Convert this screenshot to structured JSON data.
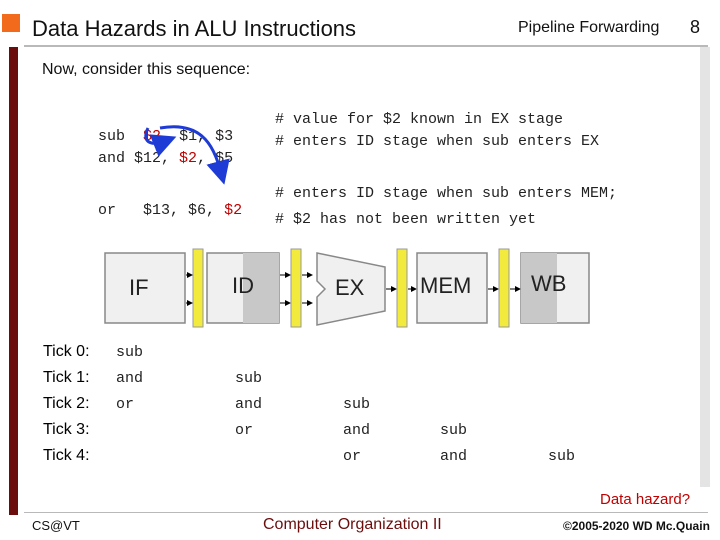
{
  "header": {
    "title": "Data Hazards in ALU Instructions",
    "section": "Pipeline Forwarding",
    "slide_number": "8"
  },
  "intro": "Now, consider this sequence:",
  "code": {
    "line1": {
      "op": "sub",
      "reg": "$2",
      "rest": ", $1, $3",
      "comment": "# value for $2 known in EX stage"
    },
    "line2": {
      "op": "and $12,",
      "reg": "$2",
      "rest": ", $5",
      "comment": "# enters ID stage when sub enters EX"
    },
    "line3": {
      "op": "or",
      "args": "$13, $6,",
      "reg": "$2",
      "comment": "# enters ID stage when sub enters MEM;"
    },
    "line3b": {
      "comment": "# $2 has not been written yet"
    }
  },
  "pipeline": {
    "stages": [
      "IF",
      "ID",
      "EX",
      "MEM",
      "WB"
    ],
    "colors": {
      "register": "#f2ea3c",
      "stage_fill": "#f0f0f0",
      "shade": "#c8c8c8",
      "arrow": "#1f3bd6",
      "accent": "#f26a1b",
      "sidebar": "#6b0d0d"
    }
  },
  "ticks": {
    "labels": [
      "Tick 0:",
      "Tick 1:",
      "Tick 2:",
      "Tick 3:",
      "Tick 4:"
    ],
    "col1": [
      "sub",
      "and",
      "or"
    ],
    "col2": [
      "sub",
      "and",
      "or"
    ],
    "col3": [
      "sub",
      "and",
      "or"
    ],
    "col4": [
      "sub",
      "and"
    ],
    "col5": [
      "sub"
    ]
  },
  "hazard_text": "Data hazard?",
  "footer": {
    "left": "CS@VT",
    "center": "Computer Organization II",
    "right": "©2005-2020 WD Mc.Quain"
  }
}
